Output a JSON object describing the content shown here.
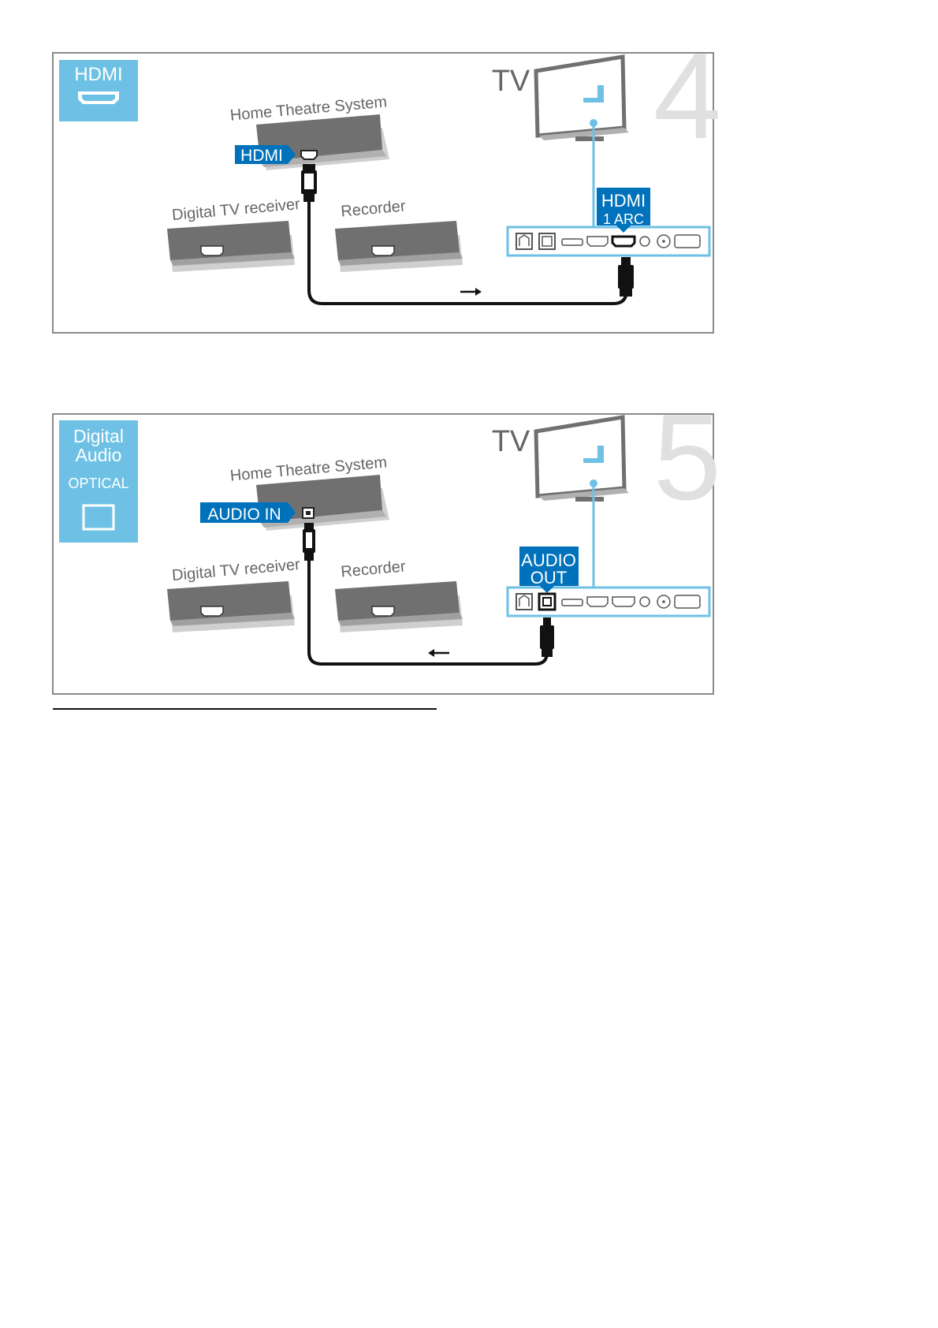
{
  "colors": {
    "accent_blue": "#0072bc",
    "light_blue": "#6ec1e4",
    "frame_grey": "#8a8a8a",
    "device_grey": "#707070",
    "number_grey": "#e0e0e0"
  },
  "diagrams": [
    {
      "step_number": "4",
      "badge_lines": [
        "HDMI"
      ],
      "badge_icon": "hdmi-port-icon",
      "device_labels": {
        "hts": "Home Theatre System",
        "dtv": "Digital TV receiver",
        "recorder": "Recorder",
        "tv": "TV"
      },
      "source_tag": "HDMI",
      "tv_port_tag_lines": [
        "HDMI",
        "1 ARC"
      ],
      "signal_direction": "right"
    },
    {
      "step_number": "5",
      "badge_lines": [
        "Digital",
        "Audio",
        "OPTICAL"
      ],
      "badge_icon": "optical-port-icon",
      "device_labels": {
        "hts": "Home Theatre System",
        "dtv": "Digital TV receiver",
        "recorder": "Recorder",
        "tv": "TV"
      },
      "source_tag": "AUDIO IN",
      "tv_port_tag_lines": [
        "AUDIO",
        "OUT"
      ],
      "signal_direction": "left"
    }
  ]
}
